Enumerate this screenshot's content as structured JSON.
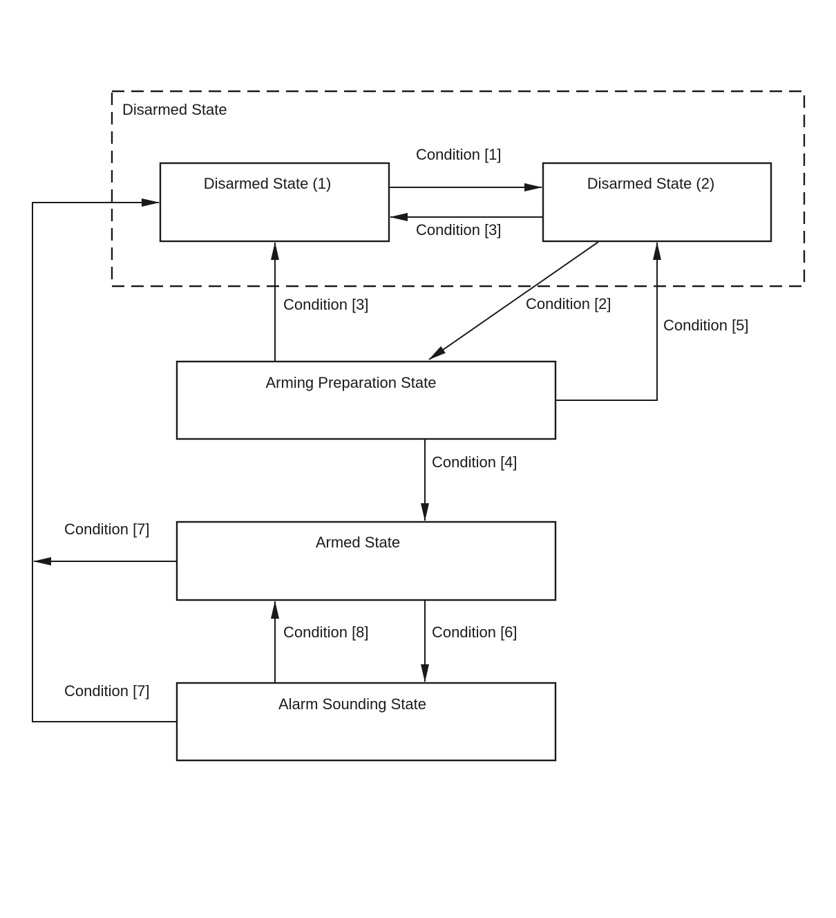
{
  "group": {
    "label": "Disarmed State"
  },
  "states": {
    "disarmed_1": "Disarmed State (1)",
    "disarmed_2": "Disarmed State (2)",
    "arming_preparation": "Arming Preparation State",
    "armed": "Armed State",
    "alarm_sounding": "Alarm Sounding State"
  },
  "transitions": {
    "d1_to_d2": "Condition [1]",
    "d2_to_d1": "Condition [3]",
    "prep_to_d1": "Condition [3]",
    "d2_to_prep": "Condition [2]",
    "prep_to_d2": "Condition [5]",
    "prep_to_armed": "Condition [4]",
    "armed_to_d1": "Condition [7]",
    "alarm_to_armed": "Condition [8]",
    "armed_to_alarm": "Condition [6]",
    "alarm_to_d1": "Condition [7]"
  }
}
